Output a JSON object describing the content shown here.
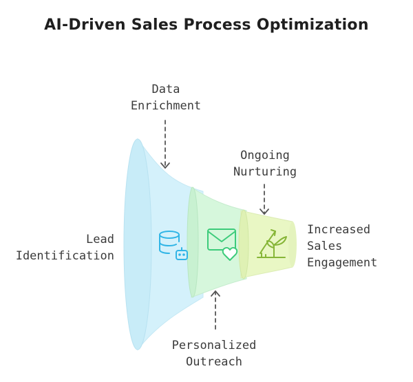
{
  "title": "AI-Driven Sales Process Optimization",
  "stages": {
    "lead": {
      "lines": [
        "Lead",
        "Identification"
      ]
    },
    "data_enrichment": {
      "lines": [
        "Data",
        "Enrichment"
      ]
    },
    "ongoing_nurturing": {
      "lines": [
        "Ongoing",
        "Nurturing"
      ]
    },
    "personalized_outreach": {
      "lines": [
        "Personalized",
        "Outreach"
      ]
    },
    "increased_engagement": {
      "lines": [
        "Increased",
        "Sales",
        "Engagement"
      ]
    }
  },
  "colors": {
    "segment_1": "#d4f1fb",
    "segment_2": "#d6f7dc",
    "segment_3": "#e9f7c4",
    "icon_1": "#31b5e6",
    "icon_2": "#3ccb7a",
    "icon_3": "#86b537",
    "arrow": "#555555"
  },
  "icons": [
    "database-robot-icon",
    "mail-heart-icon",
    "growth-plant-icon"
  ]
}
